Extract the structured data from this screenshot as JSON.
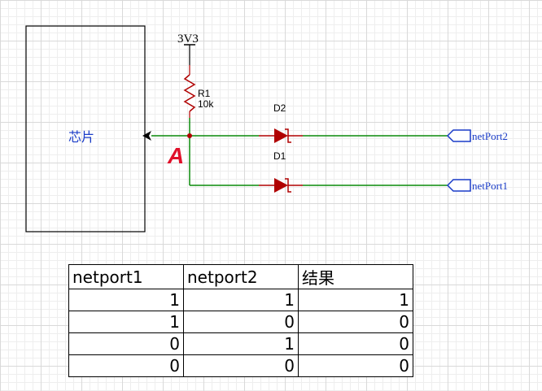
{
  "schematic": {
    "chip_label": "芯片",
    "supply_label": "3V3",
    "resistor": {
      "ref": "R1",
      "value": "10k"
    },
    "node_label": "A",
    "diodes": [
      {
        "ref": "D2"
      },
      {
        "ref": "D1"
      }
    ],
    "ports": [
      {
        "name": "netPort2"
      },
      {
        "name": "netPort1"
      }
    ],
    "colors": {
      "wire": "#0a8a0a",
      "component": "#b00000",
      "port": "#1a3cc8",
      "node_label": "#e0102a"
    }
  },
  "table": {
    "headers": [
      "netport1",
      "netport2",
      "结果"
    ],
    "rows": [
      [
        "1",
        "1",
        "1"
      ],
      [
        "1",
        "0",
        "0"
      ],
      [
        "0",
        "1",
        "0"
      ],
      [
        "0",
        "0",
        "0"
      ]
    ]
  }
}
